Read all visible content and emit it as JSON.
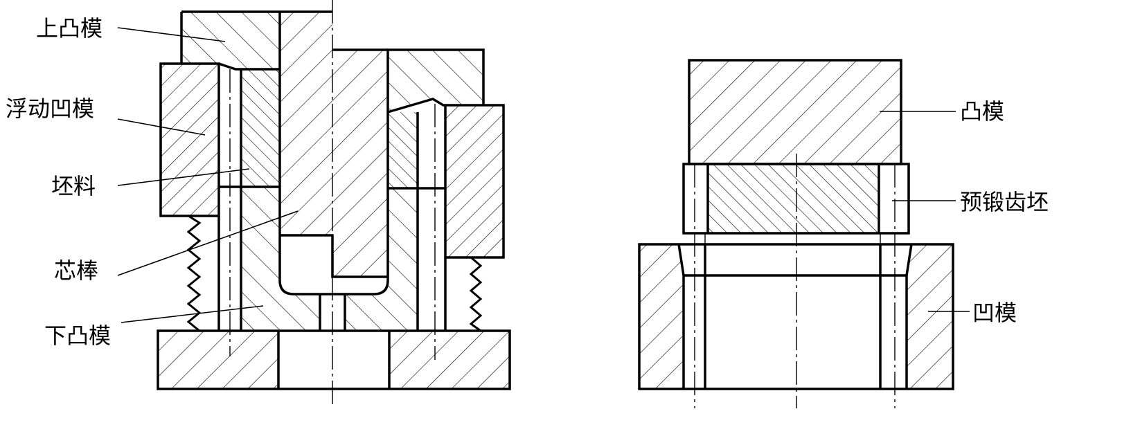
{
  "labels": {
    "upper_punch": "上凸模",
    "floating_die": "浮动凹模",
    "blank": "坯料",
    "mandrel": "芯棒",
    "lower_punch": "下凸模",
    "punch": "凸模",
    "preforged_gear_blank": "预锻齿坯",
    "die": "凹模"
  }
}
